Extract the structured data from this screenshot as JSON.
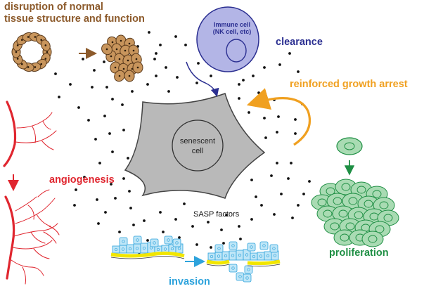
{
  "labels": {
    "disruption_line1": "disruption of normal",
    "disruption_line2": "tissue structure and function",
    "clearance": "clearance",
    "immune_line1": "Immune cell",
    "immune_line2": "(NK cell, etc)",
    "growth_arrest": "reinforced growth arrest",
    "senescent_line1": "senescent",
    "senescent_line2": "cell",
    "sasp": "SASP factors",
    "angiogenesis": "angiogenesis",
    "proliferation": "proliferation",
    "invasion": "invasion"
  },
  "colors": {
    "tissue_brown": "#8c5a2b",
    "cell_tan": "#c8955c",
    "immune_blue": "#2b2f91",
    "immune_fill": "#b3b5e6",
    "growth_orange": "#f0a020",
    "angio_red": "#e0262f",
    "prolif_green": "#1f8f44",
    "prolif_fill": "#a9dbb3",
    "invasion_blue": "#2ea3dc",
    "invasion_fill": "#bfe6f7",
    "membrane_yellow": "#f2e600",
    "senescent_gray": "#b9b9b9"
  }
}
